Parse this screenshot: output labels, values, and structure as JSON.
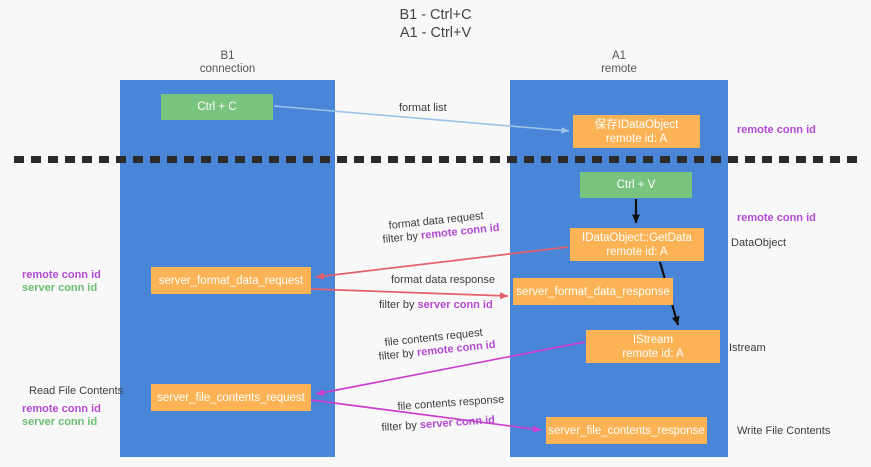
{
  "title": {
    "line1": "B1 - Ctrl+C",
    "line2": "A1 - Ctrl+V"
  },
  "columns": [
    {
      "name": "B1",
      "role": "connection"
    },
    {
      "name": "A1",
      "role": "remote"
    }
  ],
  "nodes": {
    "ctrl_c": {
      "label": "Ctrl + C",
      "color": "#79c47f"
    },
    "ctrl_v": {
      "label": "Ctrl + V",
      "color": "#79c47f"
    },
    "save_idataobject": {
      "line1": "保存IDataObject",
      "line2": "remote id: A",
      "color": "#fbb355"
    },
    "getdata": {
      "line1": "IDataObject::GetData",
      "line2": "remote id: A",
      "color": "#fbb355"
    },
    "format_data_request": {
      "label": "server_format_data_request",
      "color": "#fbb355"
    },
    "format_data_response": {
      "label": "server_format_data_response",
      "color": "#fbb355"
    },
    "istream": {
      "line1": "IStream",
      "line2": "remote id: A",
      "color": "#fbb355"
    },
    "file_contents_request": {
      "label": "server_file_contents_request",
      "color": "#fbb355"
    },
    "file_contents_response": {
      "label": "server_file_contents_response",
      "color": "#fbb355"
    }
  },
  "edges": {
    "format_list": {
      "label": "format list",
      "color": "#9cc3e8"
    },
    "fmt_req_l1": {
      "label": "format data request"
    },
    "fmt_req_l2_prefix": {
      "label": "filter by "
    },
    "fmt_req_l2_key": {
      "label": "remote conn id"
    },
    "fmt_resp_l1": {
      "label": "format data response"
    },
    "fmt_resp_l2_prefix": {
      "label": "filter by "
    },
    "fmt_resp_l2_key": {
      "label": "server conn id"
    },
    "file_req_l1": {
      "label": "file contents request"
    },
    "file_req_l2_prefix": {
      "label": "filter by "
    },
    "file_req_l2_key": {
      "label": "remote conn id"
    },
    "file_resp_l1": {
      "label": "file contents response"
    },
    "file_resp_l2_prefix": {
      "label": "filter by "
    },
    "file_resp_l2_key": {
      "label": "server conn id"
    }
  },
  "annotations": {
    "right_remote_1": "remote conn id",
    "right_remote_2": "remote conn id",
    "right_dataobject": "DataObject",
    "right_istream": "Istream",
    "right_write": "Write File Contents",
    "left_fmt_remote": "remote conn id",
    "left_fmt_server": "server conn id",
    "left_read": "Read File Contents",
    "left_file_remote": "remote conn id",
    "left_file_server": "server conn id"
  },
  "colors": {
    "lane": "#4a86d8",
    "node_orange": "#fbb355",
    "node_green": "#79c47f",
    "edge_red": "#e4606d",
    "edge_magenta": "#cc3fcc",
    "edge_lightblue": "#9cc3e8",
    "edge_black": "#111111",
    "key_purple": "#b34ad1",
    "key_green": "#6cbf73",
    "background": "#f8f8f8"
  }
}
